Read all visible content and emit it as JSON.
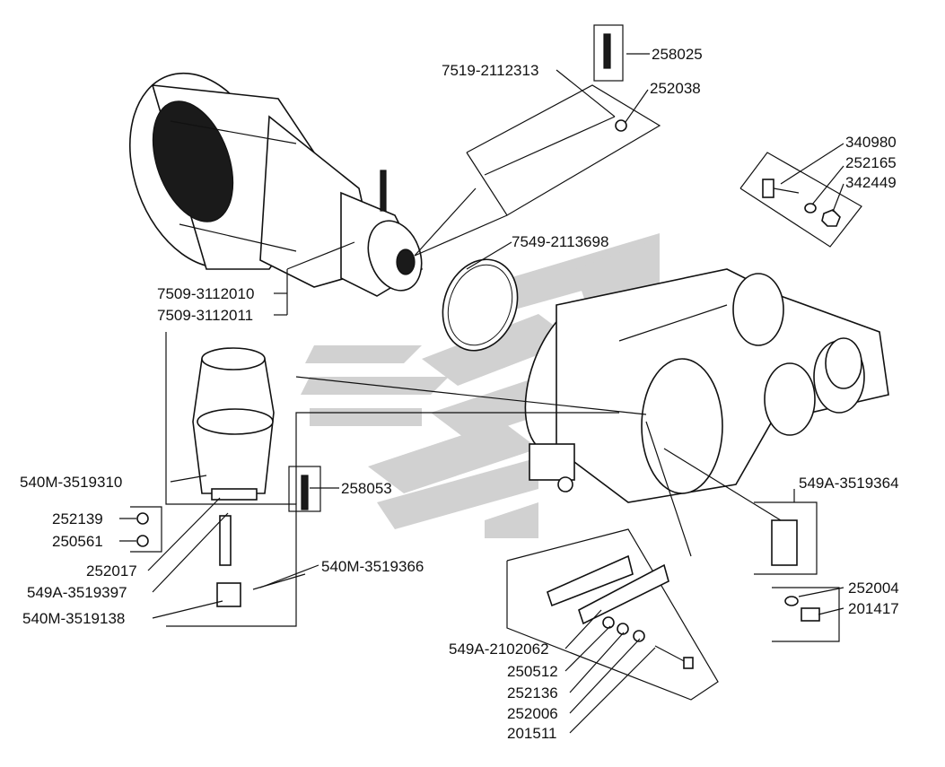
{
  "parts": {
    "p258025": "258025",
    "p7519_2112313": "7519-2112313",
    "p252038": "252038",
    "p340980": "340980",
    "p252165": "252165",
    "p342449": "342449",
    "p7549_2113698": "7549-2113698",
    "p7509_3112010": "7509-3112010",
    "p7509_3112011": "7509-3112011",
    "p540M_3519310": "540M-3519310",
    "p258053": "258053",
    "p252139": "252139",
    "p250561": "250561",
    "p252017": "252017",
    "p549A_3519397": "549A-3519397",
    "p540M_3519366": "540M-3519366",
    "p540M_3519138": "540M-3519138",
    "p549A_3519364": "549A-3519364",
    "p252004": "252004",
    "p201417": "201417",
    "p549A_2102062": "549A-2102062",
    "p250512": "250512",
    "p252136": "252136",
    "p252006": "252006",
    "p201511": "201511"
  },
  "colors": {
    "line": "#111111",
    "watermark": "#c9c9c9",
    "background": "#ffffff"
  }
}
